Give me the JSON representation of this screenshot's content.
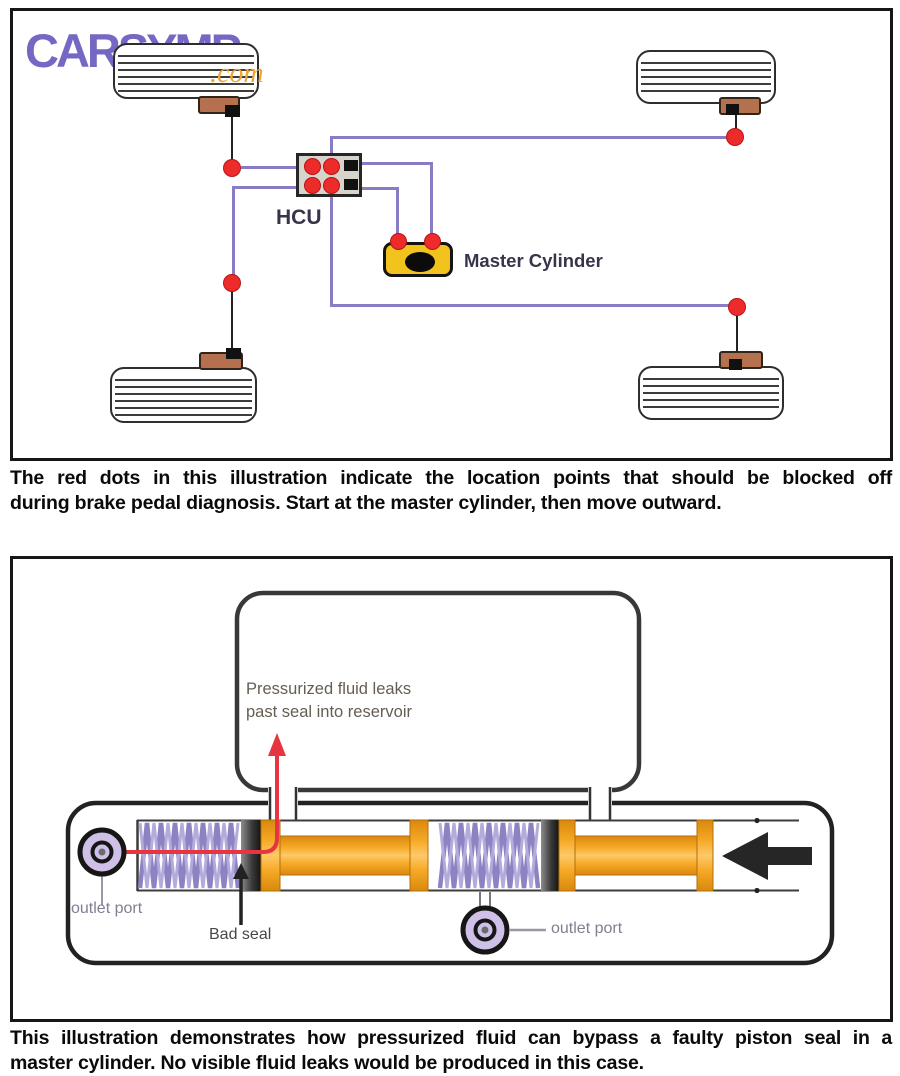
{
  "logo": {
    "brand": "CARSYMP",
    "tld": ".com"
  },
  "diagram1": {
    "hcu_label": "HCU",
    "master_cylinder_label": "Master Cylinder"
  },
  "captions": {
    "top_line1": "The red dots in this illustration indicate the location points that should be blocked off",
    "top_line2": "during brake pedal diagnosis. Start at the master cylinder, then move outward.",
    "bottom_line1": "This illustration demonstrates how pressurized fluid can bypass a faulty piston seal in a",
    "bottom_line2": "master cylinder. No visible fluid leaks would be produced in this case."
  },
  "diagram2": {
    "leak_note_line1": "Pressurized fluid leaks",
    "leak_note_line2": "past seal into reservoir",
    "outlet_port_left_label": "outlet port",
    "outlet_port_bottom_label": "outlet port",
    "bad_seal_label": "Bad seal"
  },
  "colors": {
    "brand_purple": "#7468c4",
    "tld_orange": "#f0a52e",
    "brake_line_purple": "#8a7cc4",
    "block_point_red": "#ee2b2b",
    "master_cylinder_yellow": "#f2c31c",
    "wheel_cylinder_brown": "#b5714e",
    "piston_orange": "#f7aa28",
    "spring_purple": "#8d83c3",
    "outlet_port_lavender": "#cfc0e8",
    "leak_arrow_red": "#e63540"
  }
}
